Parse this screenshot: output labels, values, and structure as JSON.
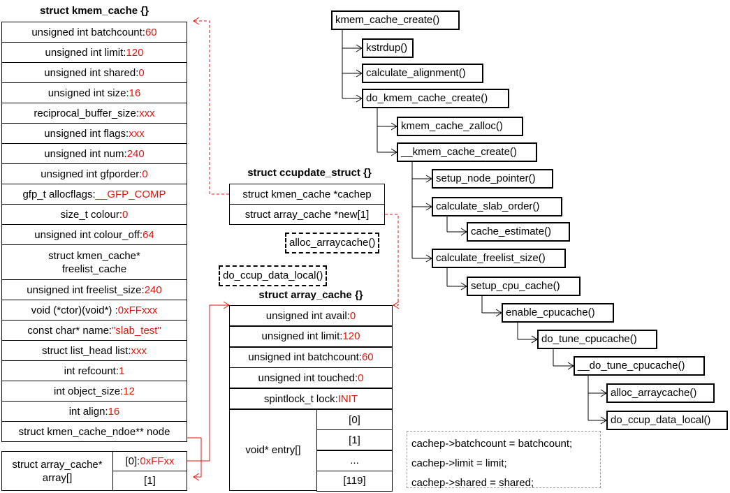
{
  "kmem_cache": {
    "title": "struct kmem_cache {}",
    "rows": [
      {
        "label": "unsigned int batchcount: ",
        "value": "60"
      },
      {
        "label": "unsigned int limit: ",
        "value": "120"
      },
      {
        "label": "unsigned int shared: ",
        "value": "0"
      },
      {
        "label": "unsigned int size: ",
        "value": "16"
      },
      {
        "label": "reciprocal_buffer_size: ",
        "value": "xxx"
      },
      {
        "label": "unsigned int flags: ",
        "value": "xxx"
      },
      {
        "label": "unsigned int num: ",
        "value": "240"
      },
      {
        "label": "unsigned int gfporder: ",
        "value": "0"
      },
      {
        "label": "gfp_t allocflags: ",
        "value": "__GFP_COMP"
      },
      {
        "label": "size_t colour: ",
        "value": "0"
      },
      {
        "label": "unsigned int colour_off: ",
        "value": "64"
      },
      {
        "label": "struct kmen_cache*",
        "label2": "freelist_cache"
      },
      {
        "label": "unsigned int freelist_size: ",
        "value": "240"
      },
      {
        "label": "void (*ctor)(void*) : ",
        "value": "0xFFxxx"
      },
      {
        "label": "const char* name: ",
        "value": "\"slab_test\""
      },
      {
        "label": "struct list_head list: ",
        "value": "xxx"
      },
      {
        "label": "int refcount: ",
        "value": "1"
      },
      {
        "label": "int object_size: ",
        "value": "12"
      },
      {
        "label": "int align: ",
        "value": "16"
      },
      {
        "label": "struct kmen_cache_ndoe** node"
      }
    ],
    "array_label": "struct array_cache*",
    "array_label2": "array[]",
    "array_items": [
      {
        "label": "[0]: ",
        "value": "0xFFxx"
      },
      {
        "label": "[1]"
      }
    ]
  },
  "ccupdate_struct": {
    "title": "struct ccupdate_struct {}",
    "rows": [
      "struct kmen_cache *cachep",
      "struct array_cache *new[1]"
    ]
  },
  "helpers": {
    "alloc_arraycache": "alloc_arraycache()",
    "do_ccup_data_local": "do_ccup_data_local()"
  },
  "array_cache": {
    "title": "struct array_cache {}",
    "rows": [
      {
        "label": "unsigned int avail: ",
        "value": "0"
      },
      {
        "label": "unsigned int limit: ",
        "value": "120"
      },
      {
        "label": "unsigned int batchcount: ",
        "value": "60"
      },
      {
        "label": "unsigned int touched: ",
        "value": "0"
      },
      {
        "label": "spintlock_t lock: ",
        "value": "INIT"
      }
    ],
    "entry_label": "void* entry[]",
    "entries": [
      "[0]",
      "[1]",
      "...",
      "[119]"
    ]
  },
  "call_tree": [
    "kmem_cache_create()",
    "kstrdup()",
    "calculate_alignment()",
    "do_kmem_cache_create()",
    "kmem_cache_zalloc()",
    "__kmem_cache_create()",
    "setup_node_pointer()",
    "calculate_slab_order()",
    "cache_estimate()",
    "calculate_freelist_size()",
    "setup_cpu_cache()",
    "enable_cpucache()",
    "do_tune_cpucache()",
    "__do_tune_cpucache()",
    "alloc_arraycache()",
    "do_ccup_data_local()"
  ],
  "code_lines": [
    "cachep->batchcount = batchcount;",
    "cachep->limit = limit;",
    "cachep->shared = shared;"
  ],
  "colors": {
    "value": "#e8120c",
    "link": "#e8120c"
  }
}
